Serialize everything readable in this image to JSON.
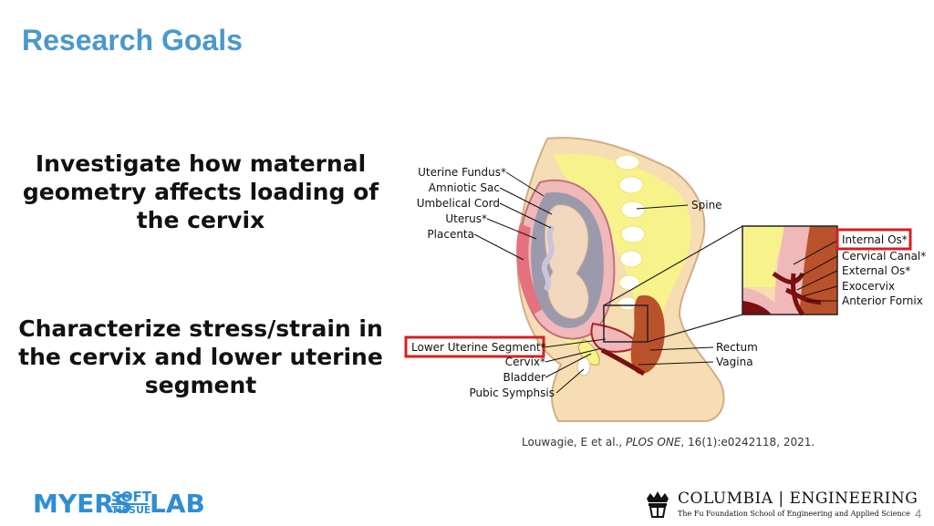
{
  "slide": {
    "title": "Research Goals",
    "goal_1": "Investigate how maternal geometry affects loading of the cervix",
    "goal_2": "Characterize stress/strain in the cervix and lower uterine segment",
    "page_number": "4"
  },
  "figure": {
    "labels_left": [
      "Uterine Fundus*",
      "Amniotic Sac",
      "Umbelical Cord",
      "Uterus*",
      "Placenta"
    ],
    "label_spine": "Spine",
    "label_lower_uterine_segment": "Lower Uterine Segment*",
    "labels_bottom": [
      "Cervix*",
      "Bladder",
      "Pubic Symphsis"
    ],
    "labels_right_bottom": [
      "Rectum",
      "Vagina"
    ],
    "inset_labels": [
      "Internal Os*",
      "Cervical Canal*",
      "External Os*",
      "Exocervix",
      "Anterior Fornix"
    ],
    "highlight_color": "#d62020"
  },
  "citation": {
    "authors": "Louwagie, E et al., ",
    "journal": "PLOS ONE",
    "details": ", 16(1):e0242118, 2021."
  },
  "logos": {
    "lab_big": "MYERS",
    "lab_soft": "SOFT",
    "lab_tissue": "TISSUE",
    "lab_lab": "LAB",
    "school_main": "COLUMBIA | ENGINEERING",
    "school_sub": "The Fu Foundation School of Engineering and Applied Science"
  }
}
